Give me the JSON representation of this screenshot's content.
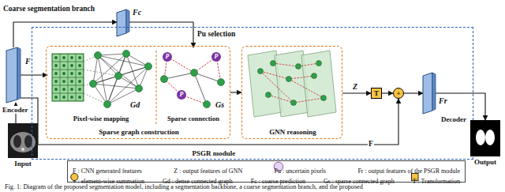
{
  "diagram": {
    "caption": "Fig. 1: Diagram of the proposed segmentation model, including a segmentation backbone, a coarse segmentation branch, and the proposed",
    "nodes": [
      {
        "text": [
          "Fc"
        ]
      },
      {
        "text": [
          "F",
          "Encoder"
        ]
      },
      {
        "text": [
          "Input"
        ]
      },
      {
        "text": [
          "PSGR module"
        ]
      },
      {
        "text": [
          "Sparse graph construction"
        ],
        "in": 3
      },
      {
        "text": [
          "Pixel-wise mapping"
        ],
        "in": 4
      },
      {
        "text": [
          "Sparse connection"
        ],
        "in": 4
      },
      {
        "text": [
          "P"
        ],
        "in": 6
      },
      {
        "text": [
          "P"
        ],
        "in": 6
      },
      {
        "text": [
          "P"
        ],
        "in": 6
      },
      {
        "text": [
          "GNN reasoning"
        ],
        "in": 3
      },
      {
        "text": [
          "T"
        ],
        "in": 3
      },
      {
        "text": [
          "+"
        ],
        "in": 3
      },
      {
        "text": [
          "Fr"
        ],
        "in": 3
      },
      {
        "text": [
          "Output"
        ]
      }
    ],
    "edges": [
      {
        "from": 2,
        "to": 1,
        "arrow": "to"
      },
      {
        "from": 1,
        "to": 0,
        "arrow": "to",
        "label": "Coarse segmentation branch"
      },
      {
        "from": 0,
        "to": 6,
        "arrow": "to",
        "label": "Pu selection"
      },
      {
        "from": 1,
        "to": 5,
        "arrow": "to"
      },
      {
        "from": 1,
        "to": 12,
        "arrow": "to",
        "label": "F"
      },
      {
        "from": 4,
        "to": 10,
        "arrow": "to"
      },
      {
        "from": 10,
        "to": 11,
        "arrow": "to",
        "label": "Z"
      },
      {
        "from": 11,
        "to": 12,
        "arrow": "to"
      },
      {
        "from": 12,
        "to": 13,
        "arrow": "to"
      },
      {
        "from": 13,
        "to": 14,
        "arrow": "to"
      }
    ],
    "labels": [
      "Gd",
      "Gs",
      "Decoder"
    ],
    "legend": [
      {
        "text": "F : CNN generated features"
      },
      {
        "text": "Z : output features of GNN"
      },
      {
        "text": "Pu : uncertain pixels"
      },
      {
        "text": "Fr : output features of the PSGR module"
      },
      {
        "text": "+ : element-wise summation"
      },
      {
        "text": "Gd : dense connected graph"
      },
      {
        "text": "Fc : coarse prediction"
      },
      {
        "text": "Gs : sparse connected graph"
      },
      {
        "text": "T : Transformation"
      }
    ]
  }
}
